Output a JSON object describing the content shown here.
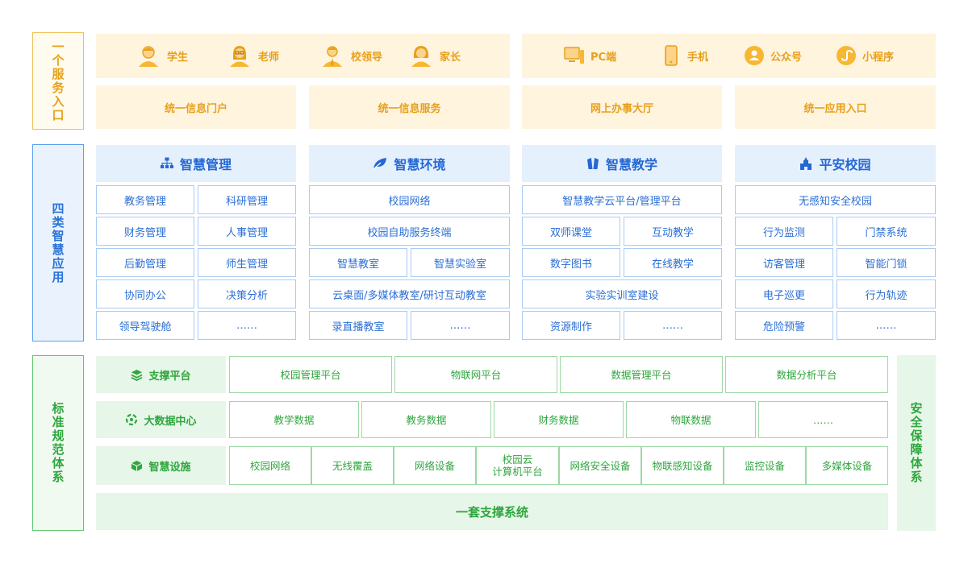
{
  "section1": {
    "label": "一个服务入口",
    "roles": [
      {
        "label": "学生",
        "icon": "student-icon"
      },
      {
        "label": "老师",
        "icon": "teacher-icon"
      },
      {
        "label": "校领导",
        "icon": "school-leader-icon"
      },
      {
        "label": "家长",
        "icon": "parent-icon"
      }
    ],
    "devices": [
      {
        "label": "PC端",
        "icon": "pc-icon"
      },
      {
        "label": "手机",
        "icon": "phone-icon"
      },
      {
        "label": "公众号",
        "icon": "official-account-icon"
      },
      {
        "label": "小程序",
        "icon": "mini-program-icon"
      }
    ],
    "portals": [
      "统一信息门户",
      "统一信息服务",
      "网上办事大厅",
      "统一应用入口"
    ]
  },
  "section2": {
    "label": "四类智慧应用",
    "columns": [
      {
        "title": "智慧管理",
        "icon": "org-chart-icon",
        "cells": [
          "教务管理",
          "科研管理",
          "财务管理",
          "人事管理",
          "后勤管理",
          "师生管理",
          "协同办公",
          "决策分析",
          "领导驾驶舱",
          "……"
        ]
      },
      {
        "title": "智慧环境",
        "icon": "leaf-icon",
        "cells": [
          "校园网络",
          "校园自助服务终端",
          "智慧教室",
          "智慧实验室",
          "云桌面/多媒体教室/研讨互动教室",
          "录直播教室",
          "……"
        ]
      },
      {
        "title": "智慧教学",
        "icon": "book-icon",
        "cells": [
          "智慧教学云平台/管理平台",
          "双师课堂",
          "互动教学",
          "数字图书",
          "在线教学",
          "实验实训室建设",
          "资源制作",
          "……"
        ]
      },
      {
        "title": "平安校园",
        "icon": "campus-safety-icon",
        "cells": [
          "无感知安全校园",
          "行为监测",
          "门禁系统",
          "访客管理",
          "智能门锁",
          "电子巡更",
          "行为轨迹",
          "危险预警",
          "……"
        ]
      }
    ]
  },
  "section3": {
    "label": "标准规范体系",
    "security_label": "安全保障体系",
    "rows": [
      {
        "label": "支撑平台",
        "icon": "layers-icon",
        "cells": [
          "校园管理平台",
          "物联网平台",
          "数据管理平台",
          "数据分析平台"
        ]
      },
      {
        "label": "大数据中心",
        "icon": "data-center-icon",
        "cells": [
          "教学数据",
          "教务数据",
          "财务数据",
          "物联数据",
          "……"
        ]
      },
      {
        "label": "智慧设施",
        "icon": "cube-icon",
        "cells": [
          "校园网络",
          "无线覆盖",
          "网络设备",
          "校园云\n计算机平台",
          "网络安全设备",
          "物联感知设备",
          "监控设备",
          "多媒体设备"
        ]
      }
    ],
    "bottom": "一套支撑系统"
  },
  "colors": {
    "yellow": "#e8a01c",
    "blue": "#2b6fd6",
    "green": "#2fa63e"
  }
}
